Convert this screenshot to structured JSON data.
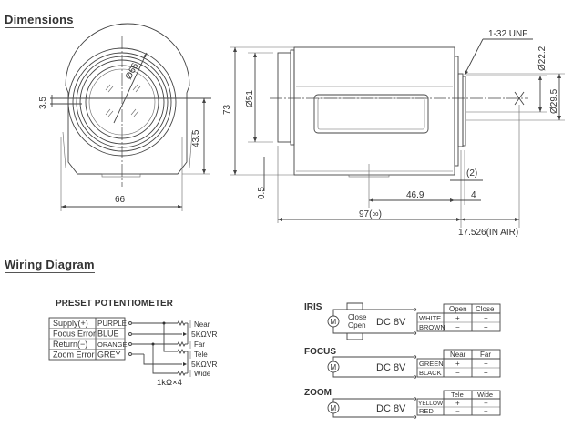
{
  "sections": {
    "dimensions": {
      "title": "Dimensions"
    },
    "wiring": {
      "title": "Wiring Diagram"
    }
  },
  "front_view": {
    "diameter_label": "Ø66",
    "offset_label": "3.5",
    "height_label": "43.5",
    "width_label": "66"
  },
  "side_view": {
    "height_label": "73",
    "bore_label": "Ø51",
    "base_label": "0.5",
    "length_label": "97(∞)",
    "mount_offset_label": "46.9",
    "mount_thread_label": "1-32 UNF",
    "thread_dia_label": "Ø22.2",
    "flange_dia_label": "Ø29.5",
    "flange_thickness_label": "(2)",
    "flange_depth_label": "4",
    "back_focus_label": "17.526(IN AIR)"
  },
  "potentiometer": {
    "title": "PRESET POTENTIOMETER",
    "rows": [
      {
        "signal": "Supply(+)",
        "color": "PURPLE"
      },
      {
        "signal": "Focus Error",
        "color": "BLUE"
      },
      {
        "signal": "Return(−)",
        "color": "ORANGE"
      },
      {
        "signal": "Zoom Error",
        "color": "GREY"
      }
    ],
    "focus_vr": {
      "top": "Near",
      "label": "5KΩVR",
      "bottom": "Far"
    },
    "zoom_vr": {
      "top": "Tele",
      "label": "5KΩVR",
      "bottom": "Wide"
    },
    "resistor_label": "1kΩ×4"
  },
  "motors": {
    "iris": {
      "title": "IRIS",
      "motor_symbol": "M",
      "voltage": "DC 8V",
      "switch_top": "Close",
      "switch_bottom": "Open",
      "headers": [
        "Open",
        "Close"
      ],
      "rows": [
        {
          "wire": "WHITE",
          "values": [
            "+",
            "−"
          ]
        },
        {
          "wire": "BROWN",
          "values": [
            "−",
            "+"
          ]
        }
      ]
    },
    "focus": {
      "title": "FOCUS",
      "motor_symbol": "M",
      "voltage": "DC 8V",
      "headers": [
        "Near",
        "Far"
      ],
      "rows": [
        {
          "wire": "GREEN",
          "values": [
            "+",
            "−"
          ]
        },
        {
          "wire": "BLACK",
          "values": [
            "−",
            "+"
          ]
        }
      ]
    },
    "zoom": {
      "title": "ZOOM",
      "motor_symbol": "M",
      "voltage": "DC 8V",
      "headers": [
        "Tele",
        "Wide"
      ],
      "rows": [
        {
          "wire": "YELLOW",
          "values": [
            "+",
            "−"
          ]
        },
        {
          "wire": "RED",
          "values": [
            "−",
            "+"
          ]
        }
      ]
    }
  }
}
